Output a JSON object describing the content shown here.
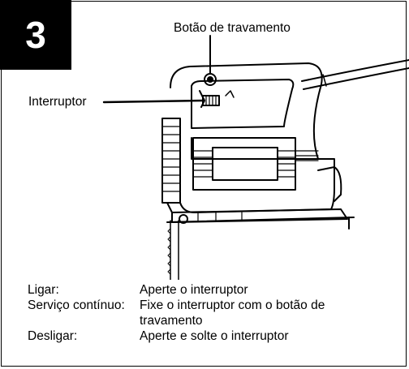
{
  "step_number": "3",
  "callouts": {
    "lock_button": "Botão de travamento",
    "switch": "Interruptor"
  },
  "instructions": [
    {
      "label": "Ligar:",
      "text": "Aperte o interruptor"
    },
    {
      "label": "Serviço contínuo:",
      "text": "Fixe o interruptor com o botão de travamento"
    },
    {
      "label": "Desligar:",
      "text": "Aperte e solte o interruptor"
    }
  ]
}
